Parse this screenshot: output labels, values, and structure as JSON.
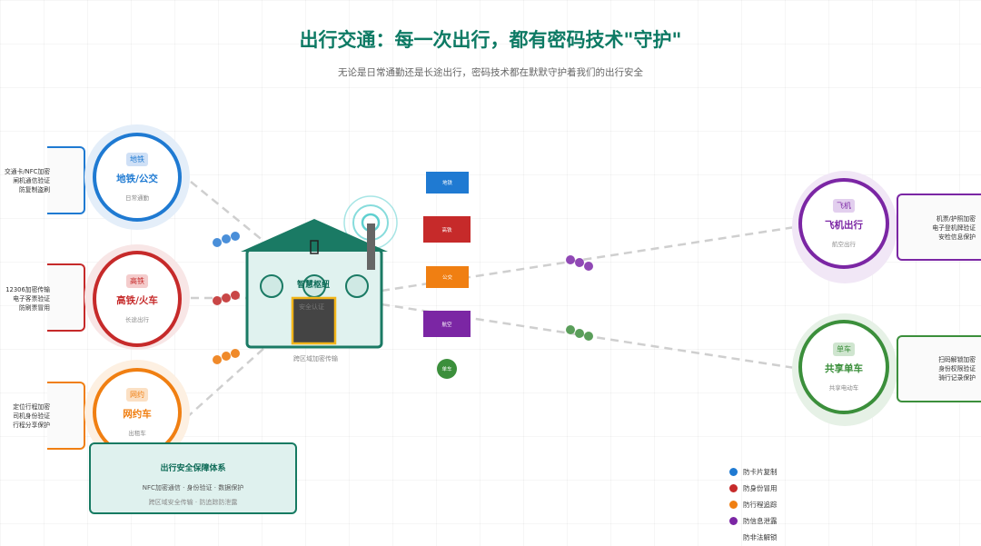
{
  "header": {
    "title": "出行交通：每一次出行，都有密码技术\"守护\"",
    "subtitle": "无论是日常通勤还是长途出行，密码技术都在默默守护着我们的出行安全"
  },
  "hub": {
    "label": "智慧枢纽",
    "mid": "安全认证",
    "caption": "跨区域加密传输"
  },
  "nodes": {
    "metro": {
      "tag": "地铁",
      "name": "地铁/公交",
      "sub": "日常通勤",
      "card": "交通卡/NFC加密\n闸机通信验证\n防复制盗刷",
      "color": "#1f7ad2",
      "light": "#e4eef9"
    },
    "train": {
      "tag": "高铁",
      "name": "高铁/火车",
      "sub": "长途出行",
      "card": "12306加密传输\n电子客票验证\n防刷票冒用",
      "color": "#c62a2a",
      "light": "#f8e6e6"
    },
    "ride": {
      "tag": "网约",
      "name": "网约车",
      "sub": "出租车",
      "card": "定位行程加密\n司机身份验证\n行程分享保护",
      "color": "#f07f12",
      "light": "#fdf0e2"
    },
    "plane": {
      "tag": "飞机",
      "name": "飞机出行",
      "sub": "航空出行",
      "card": "机票/护照加密\n电子登机牌验证\n安检信息保护",
      "color": "#7b26a4",
      "light": "#f1e7f6"
    },
    "bike": {
      "tag": "单车",
      "name": "共享单车",
      "sub": "共享电动车",
      "card": "扫码解锁加密\n身份权限验证\n骑行记录保护",
      "color": "#3b8f3b",
      "light": "#e6f1e6"
    }
  },
  "chips": [
    {
      "label": "地铁",
      "color": "#1f7ad2"
    },
    {
      "label": "高铁",
      "color": "#c62a2a"
    },
    {
      "label": "公交",
      "color": "#f07f12"
    },
    {
      "label": "航空",
      "color": "#7b26a4"
    },
    {
      "label": "单车",
      "color": "#3b8f3b"
    }
  ],
  "panel": {
    "title": "出行安全保障体系",
    "line1": "NFC加密通信 · 身份验证 · 数据保护",
    "line2": "跨区域安全传输 · 防追踪防泄露"
  },
  "legend": [
    {
      "label": "防卡片复制",
      "color": "#1f7ad2"
    },
    {
      "label": "防身份冒用",
      "color": "#c62a2a"
    },
    {
      "label": "防行程追踪",
      "color": "#f07f12"
    },
    {
      "label": "防信息泄露",
      "color": "#7b26a4"
    },
    {
      "label": "防非法解锁",
      "color": ""
    }
  ]
}
